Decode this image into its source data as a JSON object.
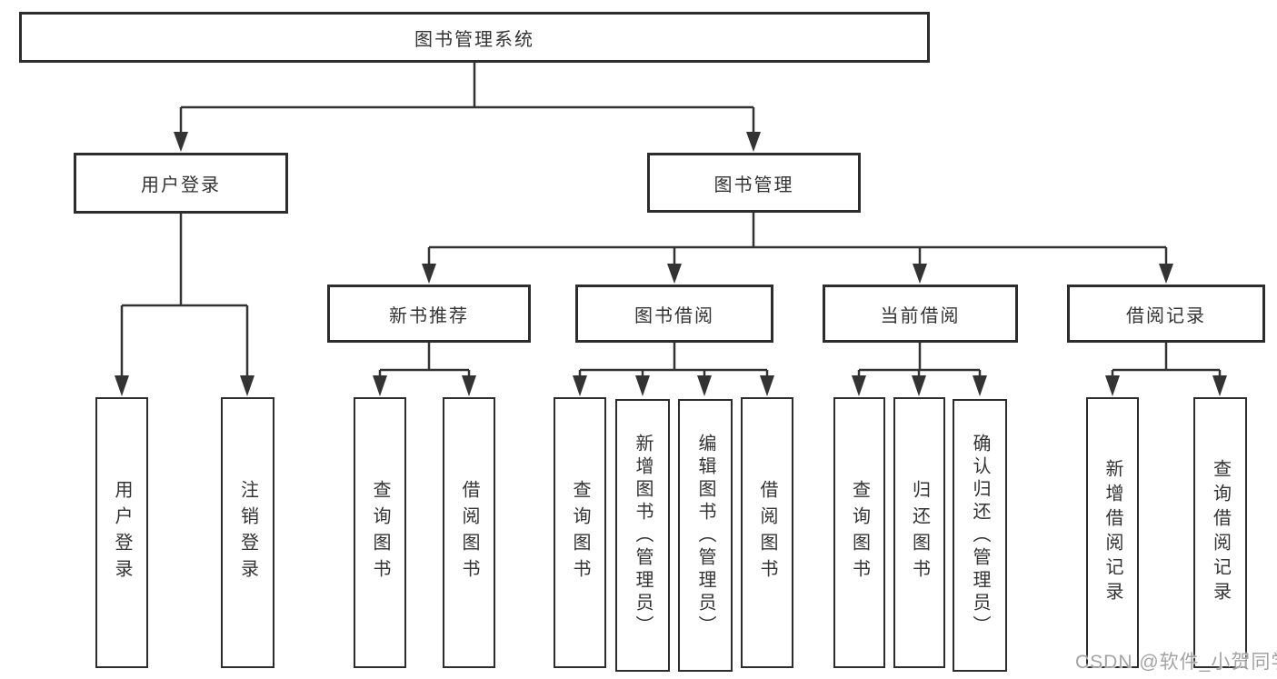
{
  "diagram": {
    "title": "图书管理系统",
    "watermark": "CSDN @软件_小贺同学",
    "colors": {
      "background": "#ffffff",
      "line": "#333333",
      "box_border": "#2d2d2d",
      "text": "#333333",
      "watermark": "#a3a3a3"
    },
    "nodes": {
      "root": {
        "label": "图书管理系统"
      },
      "level2": [
        {
          "label": "用户登录"
        },
        {
          "label": "图书管理"
        }
      ],
      "level3": [
        {
          "label": "新书推荐",
          "parent": "图书管理"
        },
        {
          "label": "图书借阅",
          "parent": "图书管理"
        },
        {
          "label": "当前借阅",
          "parent": "图书管理"
        },
        {
          "label": "借阅记录",
          "parent": "图书管理"
        }
      ],
      "leaves": [
        {
          "label": "用户登录",
          "parent": "用户登录"
        },
        {
          "label": "注销登录",
          "parent": "用户登录"
        },
        {
          "label": "查询图书",
          "parent": "新书推荐"
        },
        {
          "label": "借阅图书",
          "parent": "新书推荐"
        },
        {
          "label": "查询图书",
          "parent": "图书借阅"
        },
        {
          "label": "新增图书（管理员）",
          "parent": "图书借阅"
        },
        {
          "label": "编辑图书（管理员）",
          "parent": "图书借阅"
        },
        {
          "label": "借阅图书",
          "parent": "图书借阅"
        },
        {
          "label": "查询图书",
          "parent": "当前借阅"
        },
        {
          "label": "归还图书",
          "parent": "当前借阅"
        },
        {
          "label": "确认归还（管理员）",
          "parent": "当前借阅"
        },
        {
          "label": "新增借阅记录",
          "parent": "借阅记录"
        },
        {
          "label": "查询借阅记录",
          "parent": "借阅记录"
        }
      ]
    }
  }
}
